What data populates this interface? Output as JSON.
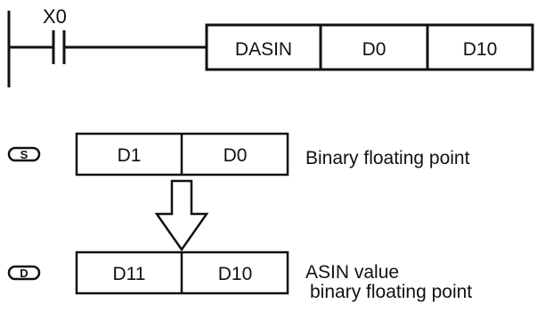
{
  "ladder": {
    "contact_label": "X0",
    "instruction": "DASIN",
    "operand_1": "D0",
    "operand_2": "D10"
  },
  "source": {
    "badge": "S",
    "high_word": "D1",
    "low_word": "D0",
    "description": "Binary floating point"
  },
  "destination": {
    "badge": "D",
    "high_word": "D11",
    "low_word": "D10",
    "description_line_1": "ASIN value",
    "description_line_2": "binary floating point"
  }
}
